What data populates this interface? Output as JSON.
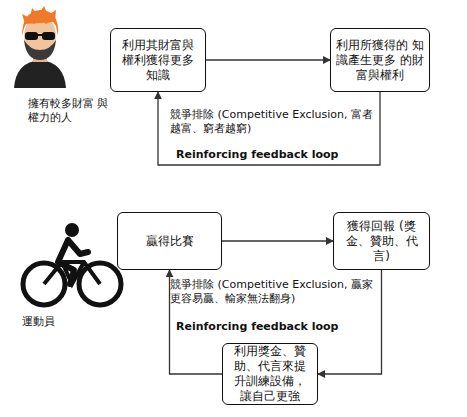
{
  "diagram": {
    "nodes": [
      {
        "text": [
          "利用其財富與 權利獲得更多 知識"
        ]
      },
      {
        "text": [
          "利用所獲得的 知識產生更多 的財富與權利"
        ]
      },
      {
        "text": [
          "贏得比賽"
        ]
      },
      {
        "text": [
          "獲得回報 (獎 金、贊助、代 言)"
        ]
      },
      {
        "text": [
          "利用獎金、贊 助、代言來提 升訓練設備， 讓自己更強"
        ]
      }
    ],
    "edges": [
      {
        "from": 0,
        "to": 1,
        "arrow": "to"
      },
      {
        "from": 1,
        "to": 0,
        "arrow": "to"
      },
      {
        "from": 2,
        "to": 3,
        "arrow": "to"
      },
      {
        "from": 3,
        "to": 4,
        "arrow": "to"
      },
      {
        "from": 4,
        "to": 2,
        "arrow": "to"
      }
    ],
    "labels": [
      "擁有較多財富 與權力的人",
      "競爭排除 (Competitive Exclusion, 富者越富、窮者越窮)",
      "Reinforcing feedback loop",
      "運動員",
      "競爭排除 (Competitive Exclusion, 贏家更容易贏、輸家無法翻身)",
      "Reinforcing feedback loop"
    ]
  }
}
